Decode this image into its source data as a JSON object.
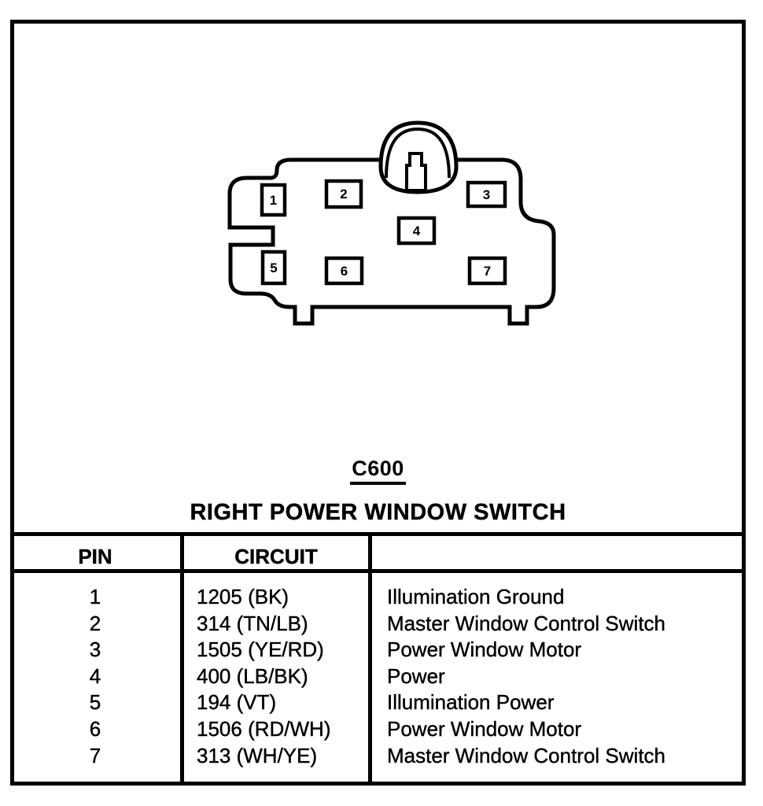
{
  "connector": {
    "id": "C600",
    "title": "RIGHT POWER WINDOW SWITCH",
    "pins": [
      "1",
      "2",
      "3",
      "4",
      "5",
      "6",
      "7"
    ]
  },
  "table": {
    "headers": [
      "PIN",
      "CIRCUIT",
      ""
    ],
    "rows": [
      {
        "pin": "1",
        "circuit": "1205 (BK)",
        "description": "Illumination Ground"
      },
      {
        "pin": "2",
        "circuit": "314 (TN/LB)",
        "description": "Master Window Control Switch"
      },
      {
        "pin": "3",
        "circuit": "1505 (YE/RD)",
        "description": "Power Window Motor"
      },
      {
        "pin": "4",
        "circuit": "400 (LB/BK)",
        "description": "Power"
      },
      {
        "pin": "5",
        "circuit": "194 (VT)",
        "description": "Illumination Power"
      },
      {
        "pin": "6",
        "circuit": "1506 (RD/WH)",
        "description": "Power Window Motor"
      },
      {
        "pin": "7",
        "circuit": "313 (WH/YE)",
        "description": "Master Window Control Switch"
      }
    ]
  },
  "colors": {
    "ink": "#000000",
    "paper": "#ffffff"
  }
}
